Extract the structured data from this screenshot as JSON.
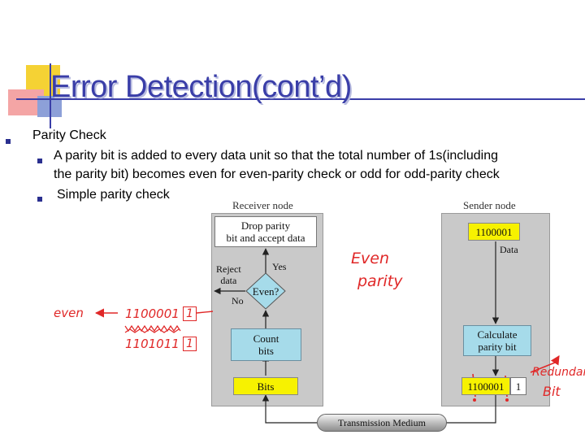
{
  "slide": {
    "title": "Error Detection(cont’d)",
    "bullets": {
      "main": "Parity Check",
      "sub1_line1": "A parity bit is added to every data unit so that the total number of 1s(including",
      "sub1_line2": "the parity bit) becomes even for even-parity check or odd for odd-parity check",
      "sub2": "Simple parity check"
    }
  },
  "diagram": {
    "receiver_title": "Receiver node",
    "sender_title": "Sender node",
    "drop_accept": "Drop parity\nbit and accept data",
    "reject_data": "Reject\ndata",
    "yes": "Yes",
    "no": "No",
    "even_q": "Even?",
    "count_bits": "Count\nbits",
    "bits": "Bits",
    "sender_data": "1100001",
    "data_label": "Data",
    "calculate": "Calculate\nparity bit",
    "sender_bits": "1100001",
    "parity_bit": "1",
    "medium": "Transmission Medium"
  },
  "annotations": {
    "even_parity_1": "Even",
    "even_parity_2": "parity",
    "even_label": "even",
    "row1": "1100001",
    "row1_bit": "1",
    "row2": "1101011",
    "row2_bit": "1",
    "redundant_1": "Redundant",
    "redundant_2": "Bit"
  },
  "colors": {
    "title": "#3a3ea8",
    "panel": "#c9c9c9",
    "blue_box": "#a6dbea",
    "yellow_box": "#f7f200",
    "annotation": "#e02828"
  }
}
